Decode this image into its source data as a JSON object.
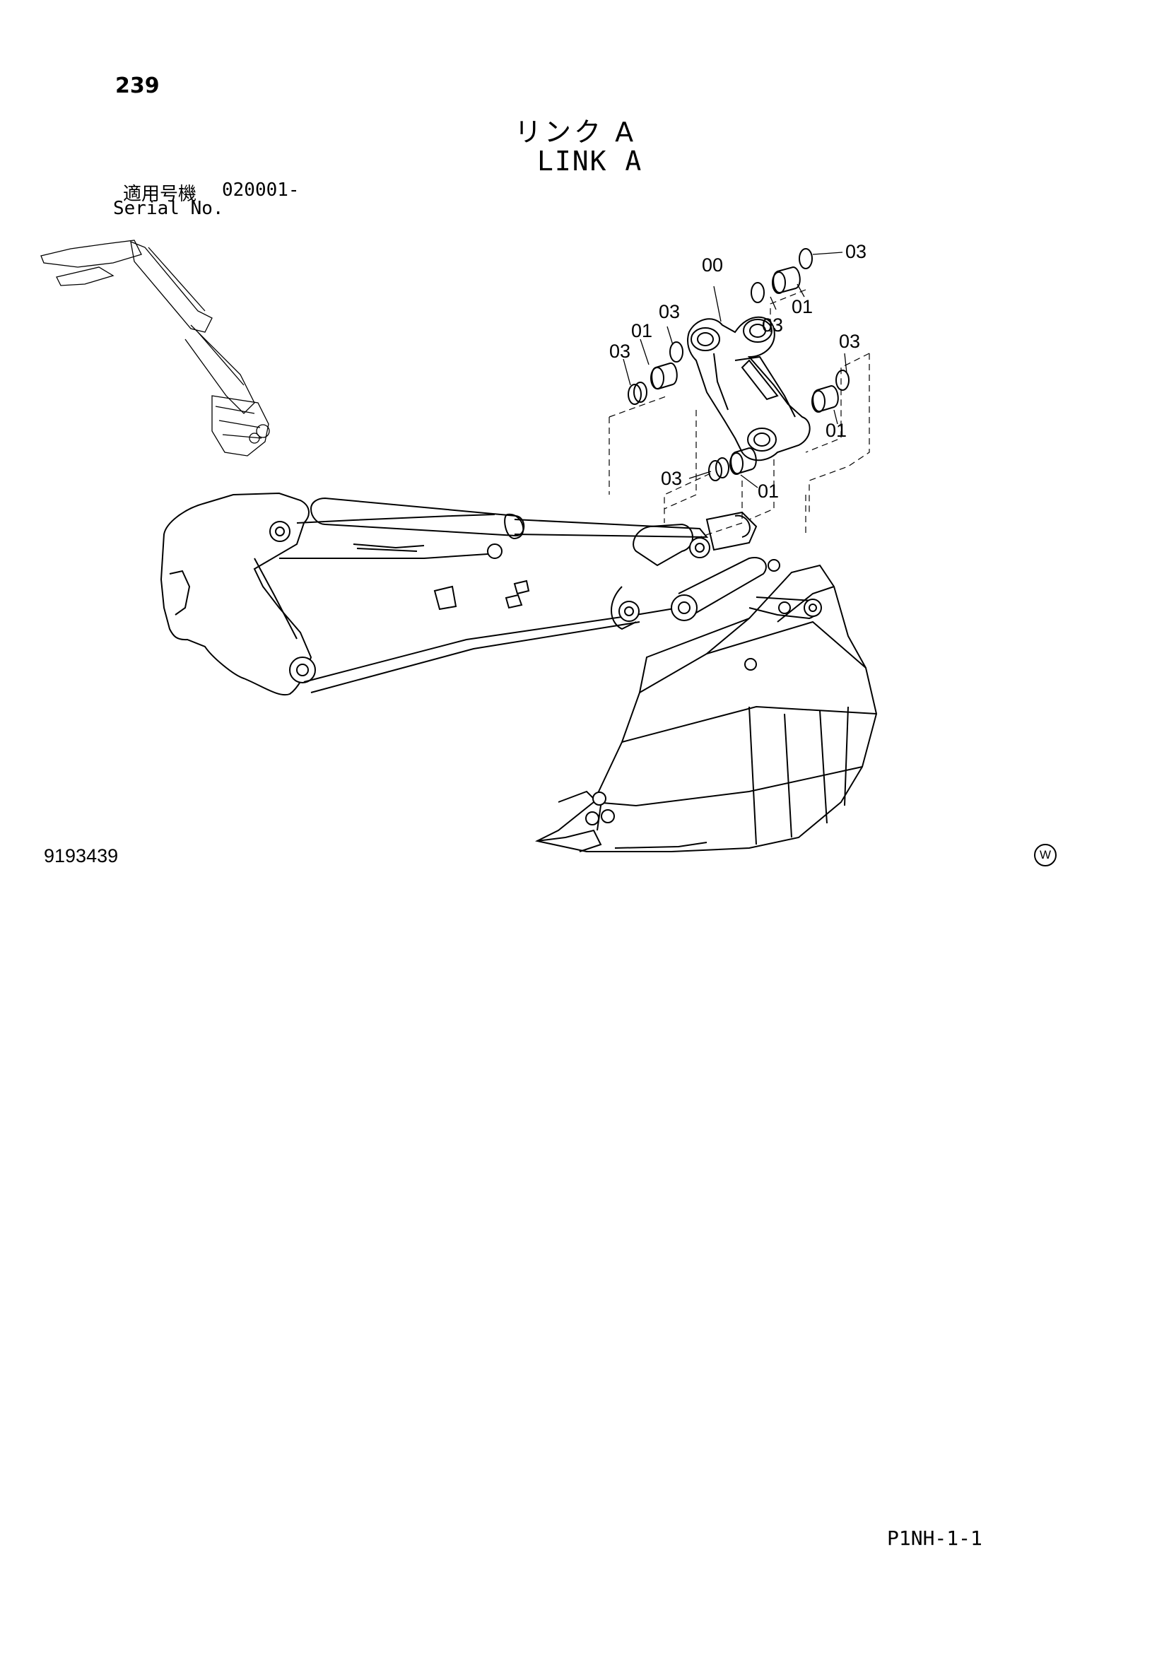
{
  "header": {
    "page_number": "239",
    "title_ja": "リンク A",
    "title_en": "LINK A",
    "serial_label_ja": "適用号機",
    "serial_range": "020001-",
    "serial_label_en": "Serial No."
  },
  "callouts": {
    "c00": "00",
    "c03_top_right": "03",
    "c01_top_right": "01",
    "c03_upper_mid": "03",
    "c03_left_upper": "03",
    "c01_left": "01",
    "c03_left": "03",
    "c03_right": "03",
    "c01_right": "01",
    "c03_lower": "03",
    "c01_lower": "01"
  },
  "footer": {
    "figure_number": "9193439",
    "w_mark": "W",
    "page_code": "P1NH-1-1"
  }
}
